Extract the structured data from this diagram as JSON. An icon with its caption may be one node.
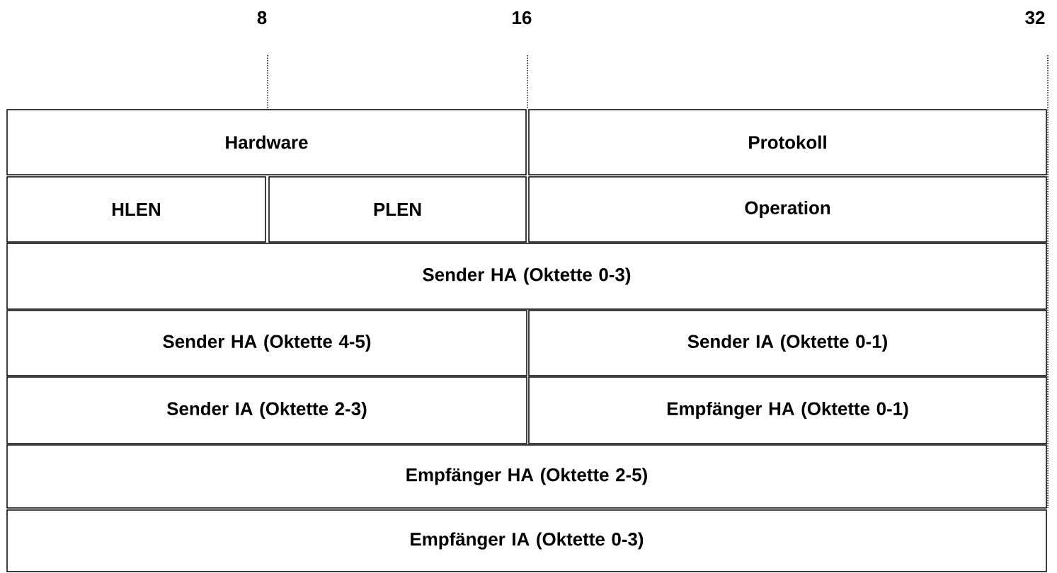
{
  "diagram": {
    "nodes": [
      {
        "text": [
          "Hardware"
        ]
      },
      {
        "text": [
          "Protokoll"
        ]
      },
      {
        "text": [
          "HLEN"
        ]
      },
      {
        "text": [
          "PLEN"
        ]
      },
      {
        "text": [
          "Operation"
        ]
      },
      {
        "text": [
          "Sender HA (Oktette 0-3)"
        ]
      },
      {
        "text": [
          "Sender HA (Oktette 4-5)"
        ]
      },
      {
        "text": [
          "Sender IA (Oktette 0-1)"
        ]
      },
      {
        "text": [
          "Sender IA (Oktette 2-3)"
        ]
      },
      {
        "text": [
          "Empfänger HA (Oktette 0-1)"
        ]
      },
      {
        "text": [
          "Empfänger HA (Oktette 2-5)"
        ]
      },
      {
        "text": [
          "Empfänger IA (Oktette 0-3)"
        ]
      }
    ],
    "labels": [
      "8",
      "16",
      "32"
    ]
  }
}
